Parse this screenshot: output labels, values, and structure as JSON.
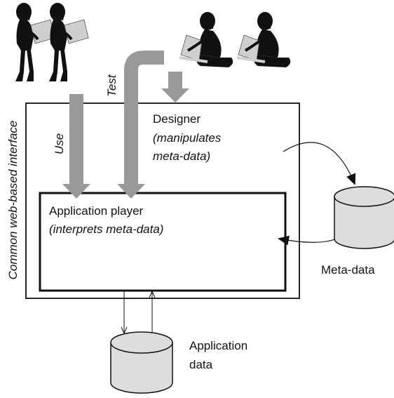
{
  "labels": {
    "interface": "Common web-based interface",
    "test": "Test",
    "use": "Use",
    "designer_title": "Designer",
    "designer_sub1": "(manipulates",
    "designer_sub2": "meta-data)",
    "player_title": "Application player",
    "player_sub": "(interprets meta-data)",
    "metadata": "Meta-data",
    "appdata1": "Application",
    "appdata2": "data"
  },
  "icons": {
    "users": [
      "standing-user-with-laptop-icon",
      "standing-user-with-laptop-icon"
    ],
    "designers": [
      "seated-designer-with-laptop-icon",
      "seated-designer-with-laptop-icon"
    ]
  },
  "colors": {
    "arrow_gray": "#999999",
    "cylinder_fill": "#dddddd",
    "figure_black": "#111111",
    "laptop_gray": "#cfcfcf"
  }
}
